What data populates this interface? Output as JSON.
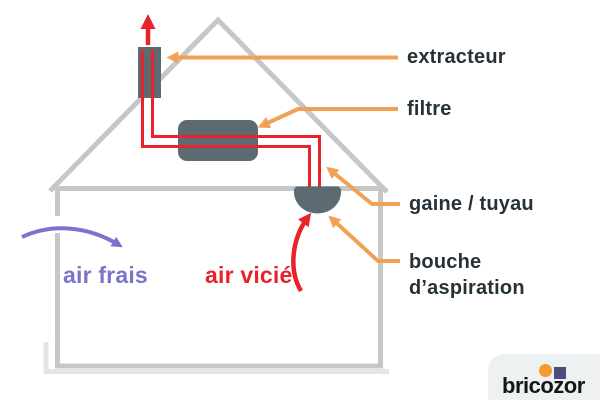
{
  "diagram_title": "home-air-extraction-diagram",
  "labels": {
    "extracteur": "extracteur",
    "filtre": "filtre",
    "gaine_tuyau": "gaine / tuyau",
    "bouche_aspiration_line1": "bouche",
    "bouche_aspiration_line2": "d’aspiration",
    "air_frais": "air frais",
    "air_vicie": "air vicié"
  },
  "branding": {
    "logo_text": "bricozor"
  },
  "colors": {
    "pointer_orange": "#F0A156",
    "airflow_red": "#E8232B",
    "fresh_air_purple": "#7B74CC",
    "component_slate": "#5C6A71",
    "house_outline_gray": "#C7C7C7",
    "house_shadow_gray": "#E5E5E5",
    "label_text_dark": "#263238",
    "logo_panel_bg": "#EEF1F1",
    "logo_text_black": "#161616",
    "logo_dot_orange": "#F49A2D",
    "logo_square_navy": "#4B4F7D"
  },
  "icons": {
    "exhaust_arrow": "up-arrow-icon",
    "fresh_air_arrow": "curved-right-arrow-icon",
    "stale_air_arrow": "curved-up-arrow-icon",
    "pointer_extracteur": "arrow-connector-icon",
    "pointer_filtre": "arrow-connector-icon",
    "pointer_gaine": "arrow-connector-icon",
    "pointer_bouche": "arrow-connector-icon"
  }
}
